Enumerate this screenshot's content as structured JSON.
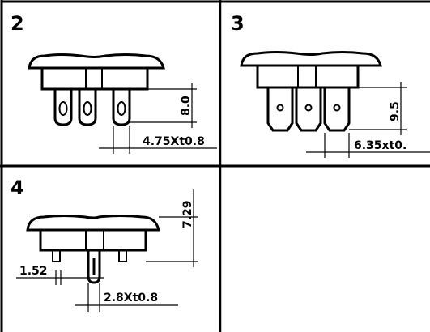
{
  "panels": [
    {
      "number": "2",
      "dims": [
        "8.0",
        "4.75Xt0.8"
      ]
    },
    {
      "number": "3",
      "dims": [
        "9.5",
        "6.35xt0."
      ]
    },
    {
      "number": "4",
      "dims": [
        "7.29",
        "1.52",
        "2.8Xt0.8"
      ]
    },
    {
      "number": ""
    }
  ]
}
